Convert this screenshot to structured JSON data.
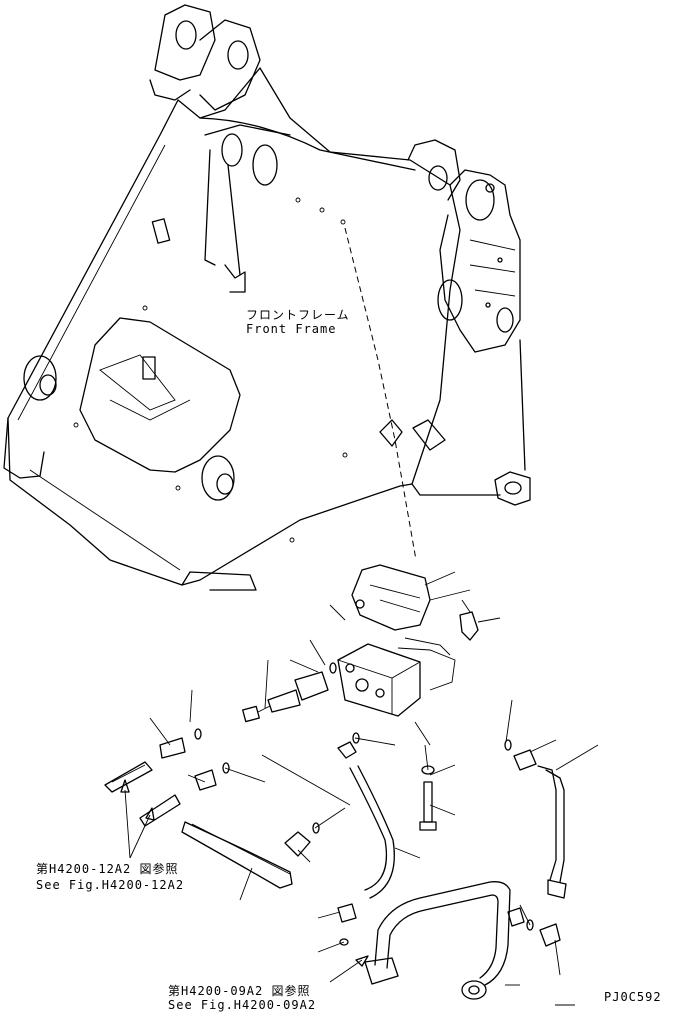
{
  "labels": {
    "front_frame_jp": "フロントフレーム",
    "front_frame_en": "Front Frame",
    "ref1_jp": "第H4200-12A2 図参照",
    "ref1_en": "See Fig.H4200-12A2",
    "ref2_jp": "第H4200-09A2 図参照",
    "ref2_en": "See Fig.H4200-09A2",
    "drawing_code": "PJ0C592"
  }
}
